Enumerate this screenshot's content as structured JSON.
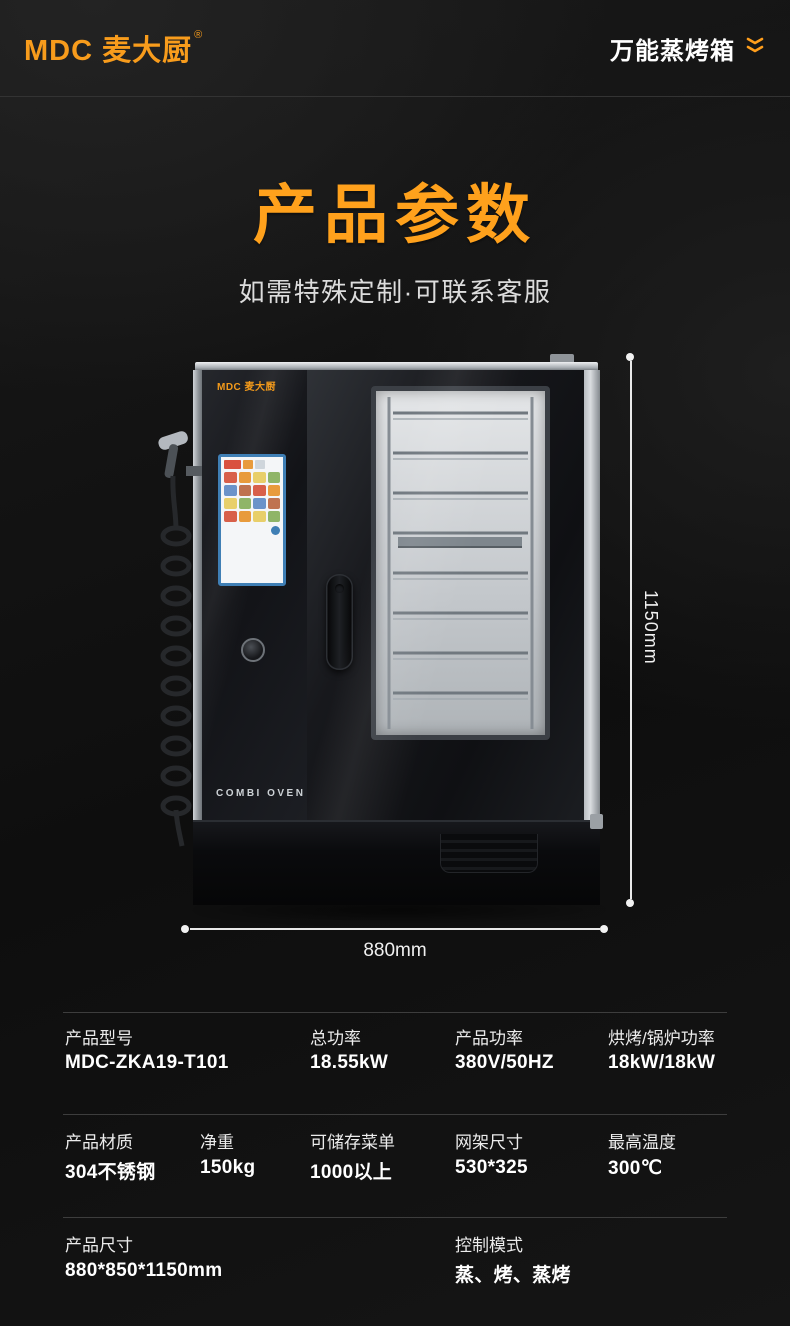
{
  "colors": {
    "accent": "#ff9e1c",
    "background": "#121212",
    "rule": "#3d3d3d"
  },
  "header": {
    "brand": "MDC 麦大厨",
    "reg": "®",
    "tag": "万能蒸烤箱"
  },
  "hero": {
    "title": "产品参数",
    "subtitle": "如需特殊定制·可联系客服"
  },
  "oven": {
    "brand_badge": "MDC 麦大厨",
    "panel_text": "COMBI OVEN"
  },
  "dimensions": {
    "height": "1150mm",
    "width": "880mm"
  },
  "specs": {
    "row1": [
      {
        "label": "产品型号",
        "value": "MDC-ZKA19-T101"
      },
      {
        "label": "总功率",
        "value": "18.55kW"
      },
      {
        "label": "产品功率",
        "value": "380V/50HZ"
      },
      {
        "label": "烘烤/锅炉功率",
        "value": "18kW/18kW"
      }
    ],
    "row2": [
      {
        "label": "产品材质",
        "value": "304不锈钢"
      },
      {
        "label": "净重",
        "value": "150kg"
      },
      {
        "label": "可储存菜单",
        "value": "1000以上"
      },
      {
        "label": "网架尺寸",
        "value": "530*325"
      },
      {
        "label": "最高温度",
        "value": "300℃"
      }
    ],
    "row3": [
      {
        "label": "产品尺寸",
        "value": "880*850*1150mm"
      },
      {
        "label": "控制模式",
        "value": "蒸、烤、蒸烤"
      }
    ]
  }
}
